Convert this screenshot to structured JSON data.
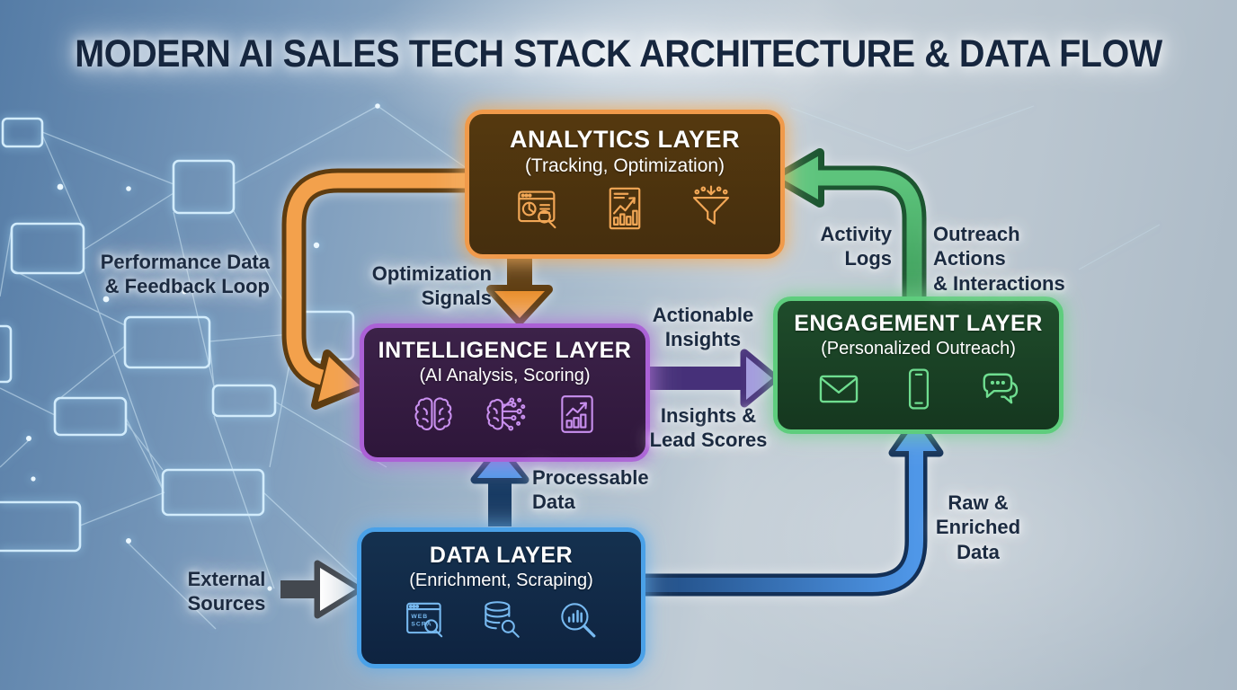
{
  "title": "MODERN AI SALES TECH STACK ARCHITECTURE & DATA FLOW",
  "layers": [
    {
      "id": "analytics",
      "title": "ANALYTICS LAYER",
      "subtitle": "(Tracking, Optimization)",
      "fill": "#4e350f",
      "border": "#f09a4a",
      "icons": [
        "dashboard-analytics-icon",
        "trend-chart-icon",
        "funnel-icon"
      ]
    },
    {
      "id": "intelligence",
      "title": "INTELLIGENCE LAYER",
      "subtitle": "(AI Analysis, Scoring)",
      "fill": "#382046",
      "border": "#ab61d6",
      "icons": [
        "brain-icon",
        "ai-circuit-brain-icon",
        "score-chart-icon"
      ]
    },
    {
      "id": "engagement",
      "title": "ENGAGEMENT LAYER",
      "subtitle": "(Personalized Outreach)",
      "fill": "#1d4829",
      "border": "#5ecd7d",
      "icons": [
        "email-icon",
        "phone-icon",
        "chat-icon"
      ]
    },
    {
      "id": "data",
      "title": "DATA LAYER",
      "subtitle": "(Enrichment, Scraping)",
      "fill": "#132d4d",
      "border": "#4aa1e8",
      "icons": [
        "web-scraper-icon",
        "database-icon",
        "data-search-icon"
      ],
      "icon_text": {
        "line1": "WEB",
        "line2": "SCRA"
      }
    }
  ],
  "flow_labels": [
    {
      "id": "performance-feedback",
      "text": "Performance Data\n& Feedback Loop"
    },
    {
      "id": "optimization-signals",
      "text": "Optimization\nSignals"
    },
    {
      "id": "actionable-insights",
      "text": "Actionable\nInsights"
    },
    {
      "id": "insights-lead-scores",
      "text": "Insights &\nLead Scores"
    },
    {
      "id": "activity-logs",
      "text": "Activity\nLogs"
    },
    {
      "id": "outreach-actions",
      "text": "Outreach Actions\n& Interactions"
    },
    {
      "id": "processable-data",
      "text": "Processable\nData"
    },
    {
      "id": "raw-enriched-data",
      "text": "Raw &\nEnriched\nData"
    },
    {
      "id": "external-sources",
      "text": "External\nSources"
    }
  ],
  "connections": [
    {
      "from": "Analytics Layer",
      "to": "Intelligence Layer",
      "labels": [
        "Performance Data & Feedback Loop"
      ],
      "color": "orange",
      "route": "left feedback loop"
    },
    {
      "from": "Analytics Layer",
      "to": "Intelligence Layer",
      "labels": [
        "Optimization Signals"
      ],
      "color": "orange",
      "route": "straight down"
    },
    {
      "from": "Intelligence Layer",
      "to": "Engagement Layer",
      "labels": [
        "Actionable Insights",
        "Insights & Lead Scores"
      ],
      "color": "purple",
      "route": "straight right"
    },
    {
      "from": "Engagement Layer",
      "to": "Analytics Layer",
      "labels": [
        "Activity Logs",
        "Outreach Actions & Interactions"
      ],
      "color": "green",
      "route": "up then left"
    },
    {
      "from": "Data Layer",
      "to": "Intelligence Layer",
      "labels": [
        "Processable Data"
      ],
      "color": "blue",
      "route": "straight up"
    },
    {
      "from": "Data Layer",
      "to": "Engagement Layer",
      "labels": [
        "Raw & Enriched Data"
      ],
      "color": "blue",
      "route": "right then up"
    },
    {
      "from": "External Sources",
      "to": "Data Layer",
      "labels": [
        "External Sources"
      ],
      "color": "white",
      "route": "straight right"
    }
  ],
  "colors": {
    "background_left": "#557ca6",
    "background_right": "#aab9c5",
    "title_text": "#16263e",
    "label_text": "#1b2a40",
    "arrow_orange": "#ef9b43",
    "arrow_green": "#45a863",
    "arrow_purple": "#8a6fc8",
    "arrow_blue": "#3c7fd0",
    "arrow_white": "#f2f5f7",
    "network_lines": "#d9effc"
  }
}
